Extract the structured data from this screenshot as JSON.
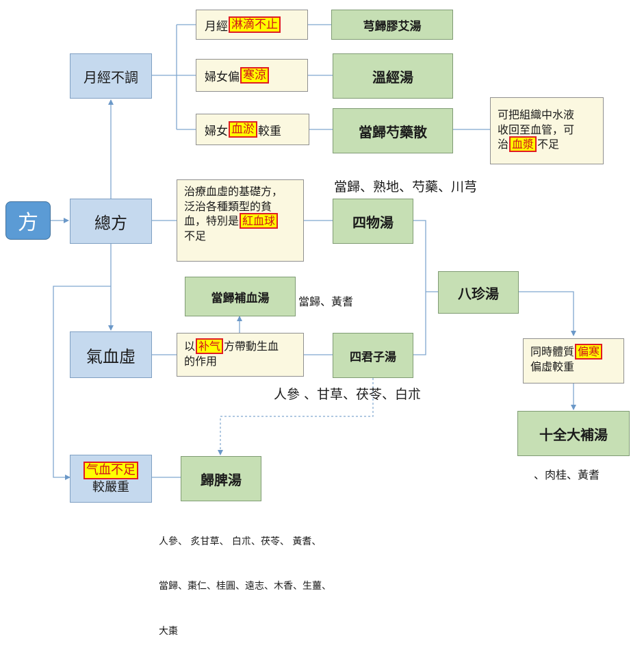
{
  "nodes": {
    "fang": "方",
    "yuejing_butiao": "月經不調",
    "zongfang": "總方",
    "qixuexu": "氣血虛",
    "qixue_buzu_hl": "气血不足",
    "qixue_buzu_rest": "較嚴重",
    "cond_1_pre": "月經",
    "cond_1_hl": "淋滴不止",
    "cond_2_pre": "婦女偏",
    "cond_2_hl": "寒涼",
    "cond_3_pre": "婦女",
    "cond_3_hl": "血淤",
    "cond_3_post": "較重",
    "xiongguijiaoai": "芎歸膠艾湯",
    "wenjing": "溫經湯",
    "dangguishaoyao": "當歸芍藥散",
    "note_water_1": "可把組織中水液",
    "note_water_2": "收回至血管，可",
    "note_water_3_pre": "治",
    "note_water_3_hl": "血漿",
    "note_water_3_post": "不足",
    "siwu_note_1": "治療血虛的基礎方，",
    "siwu_note_2": "泛治各種類型的貧",
    "siwu_note_3_pre": "血，特別是",
    "siwu_note_3_hl": "紅血球",
    "siwu_note_4": "不足",
    "siwu": "四物湯",
    "siwu_herbs": "當歸、熟地、芍藥、川芎",
    "danggui_buxue": "當歸補血湯",
    "danggui_buxue_herbs": "當歸、黃耆",
    "bazhen": "八珍湯",
    "buqi_pre": "以",
    "buqi_hl": "补气",
    "buqi_post_1": "方帶動生血",
    "buqi_post_2": "的作用",
    "sijunzi": "四君子湯",
    "sijunzi_herbs": "人參 、甘草、茯苓、白朮",
    "pianhan_pre": "同時體質",
    "pianhan_hl": "偏寒",
    "pianhan_post": "偏虛較重",
    "shiquan": "十全大補湯",
    "shiquan_herbs": "、肉桂、黃耆",
    "guipi": "歸脾湯",
    "guipi_herbs_1": "人參、 炙甘草、 白朮、茯苓、 黃耆、",
    "guipi_herbs_2": "當歸、棗仁、桂圓、遠志、木香、生薑、",
    "guipi_herbs_3": "大棗"
  },
  "colors": {
    "blue_box": "#c5d9ee",
    "green_box": "#c6dfb4",
    "cream_box": "#fbf8e0",
    "start_box": "#5b9bd5",
    "connector": "#7fa6cf",
    "highlight_fill": "#ffff00",
    "highlight_text": "#d0101a"
  }
}
